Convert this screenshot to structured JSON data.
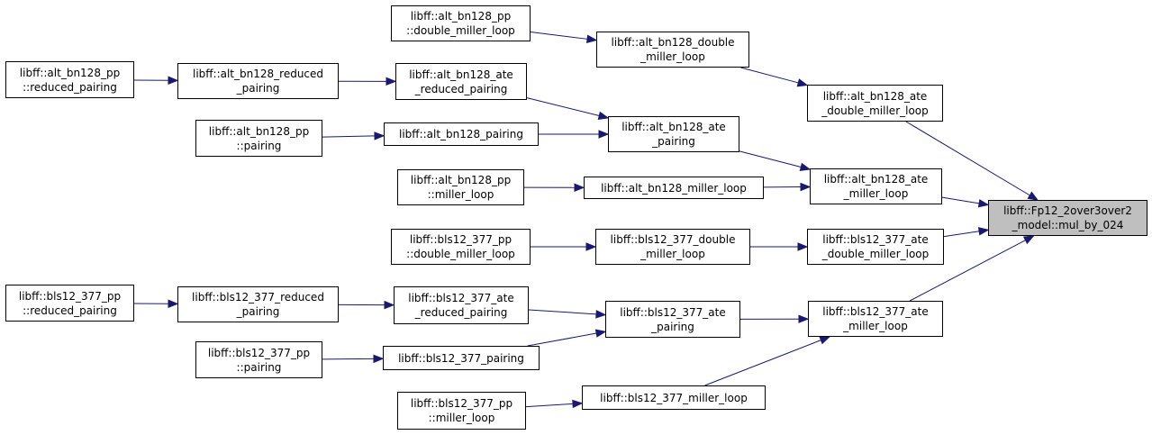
{
  "nodes": {
    "target": {
      "lines": [
        "libff::Fp12_2over3over2",
        "_model::mul_by_024"
      ]
    },
    "bn_ate_double": {
      "lines": [
        "libff::alt_bn128_ate",
        "_double_miller_loop"
      ]
    },
    "bn_ate_miller": {
      "lines": [
        "libff::alt_bn128_ate",
        "_miller_loop"
      ]
    },
    "bls_ate_double": {
      "lines": [
        "libff::bls12_377_ate",
        "_double_miller_loop"
      ]
    },
    "bls_ate_miller": {
      "lines": [
        "libff::bls12_377_ate",
        "_miller_loop"
      ]
    },
    "bn_double_miller": {
      "lines": [
        "libff::alt_bn128_double",
        "_miller_loop"
      ]
    },
    "bn_ate_pairing": {
      "lines": [
        "libff::alt_bn128_ate",
        "_pairing"
      ]
    },
    "bn_miller": {
      "lines": [
        "libff::alt_bn128_miller_loop"
      ]
    },
    "bls_double_miller": {
      "lines": [
        "libff::bls12_377_double",
        "_miller_loop"
      ]
    },
    "bls_ate_pairing": {
      "lines": [
        "libff::bls12_377_ate",
        "_pairing"
      ]
    },
    "bls_miller": {
      "lines": [
        "libff::bls12_377_miller_loop"
      ]
    },
    "bn_pp_double_miller": {
      "lines": [
        "libff::alt_bn128_pp",
        "::double_miller_loop"
      ]
    },
    "bn_ate_reduced": {
      "lines": [
        "libff::alt_bn128_ate",
        "_reduced_pairing"
      ]
    },
    "bn_pairing": {
      "lines": [
        "libff::alt_bn128_pairing"
      ]
    },
    "bn_pp_miller": {
      "lines": [
        "libff::alt_bn128_pp",
        "::miller_loop"
      ]
    },
    "bls_pp_double_miller": {
      "lines": [
        "libff::bls12_377_pp",
        "::double_miller_loop"
      ]
    },
    "bls_ate_reduced": {
      "lines": [
        "libff::bls12_377_ate",
        "_reduced_pairing"
      ]
    },
    "bls_pairing": {
      "lines": [
        "libff::bls12_377_pairing"
      ]
    },
    "bls_pp_miller": {
      "lines": [
        "libff::bls12_377_pp",
        "::miller_loop"
      ]
    },
    "bn_reduced": {
      "lines": [
        "libff::alt_bn128_reduced",
        "_pairing"
      ]
    },
    "bn_pp_pairing": {
      "lines": [
        "libff::alt_bn128_pp",
        "::pairing"
      ]
    },
    "bls_reduced": {
      "lines": [
        "libff::bls12_377_reduced",
        "_pairing"
      ]
    },
    "bls_pp_pairing": {
      "lines": [
        "libff::bls12_377_pp",
        "::pairing"
      ]
    },
    "bn_pp_reduced": {
      "lines": [
        "libff::alt_bn128_pp",
        "::reduced_pairing"
      ]
    },
    "bls_pp_reduced": {
      "lines": [
        "libff::bls12_377_pp",
        "::reduced_pairing"
      ]
    }
  },
  "edges": [
    [
      "bn_pp_double_miller",
      "bn_double_miller"
    ],
    [
      "bn_double_miller",
      "bn_ate_double"
    ],
    [
      "bn_ate_double",
      "target"
    ],
    [
      "bn_pp_reduced",
      "bn_reduced"
    ],
    [
      "bn_reduced",
      "bn_ate_reduced"
    ],
    [
      "bn_ate_reduced",
      "bn_ate_pairing"
    ],
    [
      "bn_pp_pairing",
      "bn_pairing"
    ],
    [
      "bn_pairing",
      "bn_ate_pairing"
    ],
    [
      "bn_ate_pairing",
      "bn_ate_miller"
    ],
    [
      "bn_pp_miller",
      "bn_miller"
    ],
    [
      "bn_miller",
      "bn_ate_miller"
    ],
    [
      "bn_ate_miller",
      "target"
    ],
    [
      "bls_pp_double_miller",
      "bls_double_miller"
    ],
    [
      "bls_double_miller",
      "bls_ate_double"
    ],
    [
      "bls_ate_double",
      "target"
    ],
    [
      "bls_pp_reduced",
      "bls_reduced"
    ],
    [
      "bls_reduced",
      "bls_ate_reduced"
    ],
    [
      "bls_ate_reduced",
      "bls_ate_pairing"
    ],
    [
      "bls_pp_pairing",
      "bls_pairing"
    ],
    [
      "bls_pairing",
      "bls_ate_pairing"
    ],
    [
      "bls_ate_pairing",
      "bls_ate_miller"
    ],
    [
      "bls_pp_miller",
      "bls_miller"
    ],
    [
      "bls_miller",
      "bls_ate_miller"
    ],
    [
      "bls_ate_miller",
      "target"
    ]
  ],
  "colors": {
    "edge": "#191970",
    "node_border": "#000000",
    "node_fill": "#ffffff",
    "target_fill": "#bfbfbf"
  }
}
